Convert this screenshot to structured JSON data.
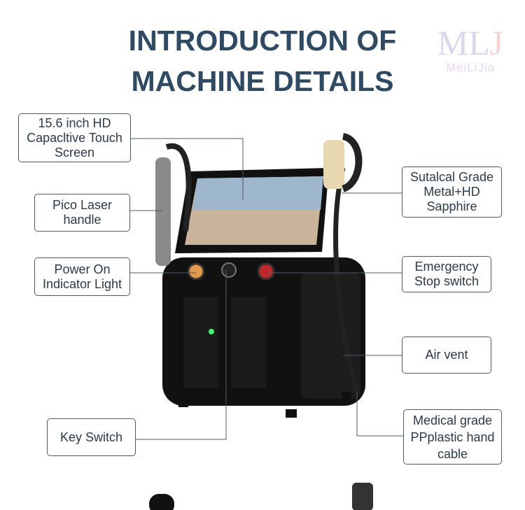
{
  "title": {
    "line1": "INTRODUCTION OF",
    "line2": "MACHINE DETAILS"
  },
  "logo": {
    "mark": "MLJ",
    "name": "MeiLiJia"
  },
  "callouts": {
    "touch_screen": "15.6 inch HD Capacltive Touch Screen",
    "pico_handle": "Pico Laser handle",
    "power_light": "Power On Indicator Light",
    "key_switch": "Key Switch",
    "sapphire": "Sutalcal Grade Metal+HD Sapphire",
    "emergency": "Emergency Stop switch",
    "air_vent": "Air vent",
    "cable": "Medical grade PPplastic hand cable"
  }
}
